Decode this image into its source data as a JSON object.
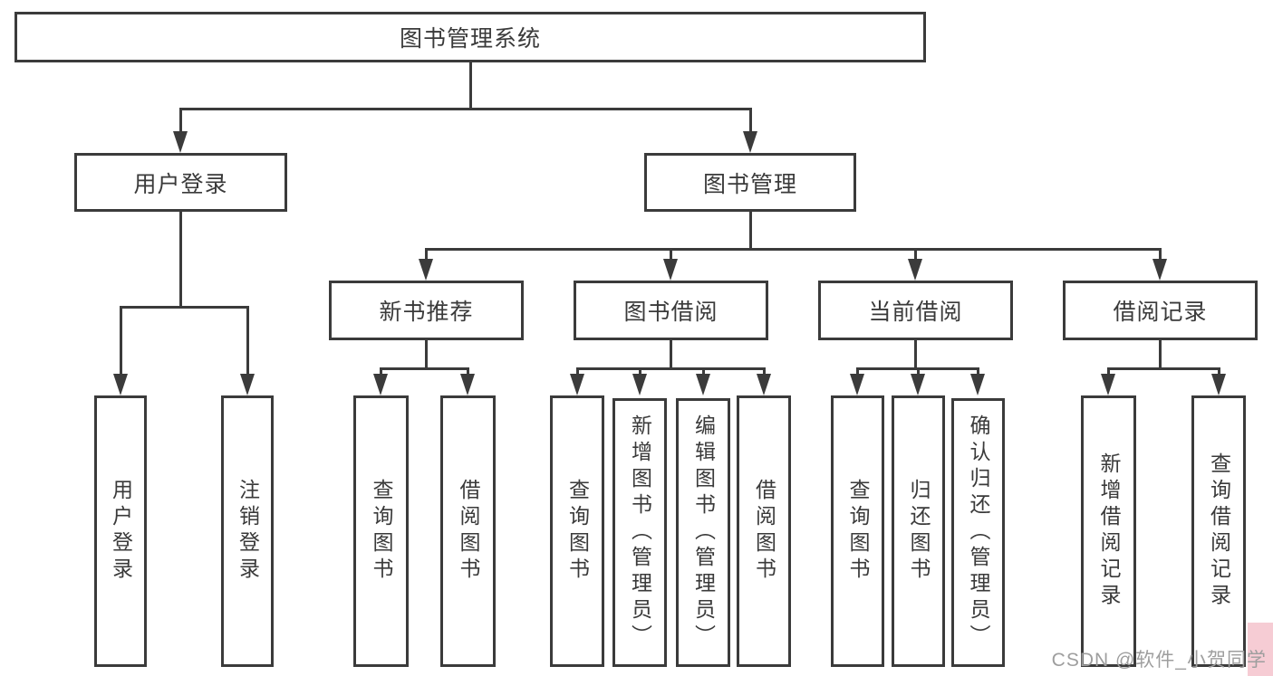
{
  "colors": {
    "line": "#3b3b3b",
    "box_border": "#3b3b3b",
    "text": "#3a3a3a",
    "background": "#ffffff",
    "watermark_text": "#9e9e9e",
    "watermark_highlight": "#f6ccd4"
  },
  "diagram": {
    "root": {
      "label": "图书管理系统"
    },
    "level2": [
      {
        "label": "用户登录"
      },
      {
        "label": "图书管理"
      }
    ],
    "level3": [
      {
        "label": "新书推荐",
        "parent": "图书管理"
      },
      {
        "label": "图书借阅",
        "parent": "图书管理"
      },
      {
        "label": "当前借阅",
        "parent": "图书管理"
      },
      {
        "label": "借阅记录",
        "parent": "图书管理"
      }
    ],
    "leaves": [
      {
        "label": "用户登录",
        "parent": "用户登录"
      },
      {
        "label": "注销登录",
        "parent": "用户登录"
      },
      {
        "label": "查询图书",
        "parent": "新书推荐"
      },
      {
        "label": "借阅图书",
        "parent": "新书推荐"
      },
      {
        "label": "查询图书",
        "parent": "图书借阅"
      },
      {
        "label": "新增图书（管理员）",
        "parent": "图书借阅"
      },
      {
        "label": "编辑图书（管理员）",
        "parent": "图书借阅"
      },
      {
        "label": "借阅图书",
        "parent": "图书借阅"
      },
      {
        "label": "查询图书",
        "parent": "当前借阅"
      },
      {
        "label": "归还图书",
        "parent": "当前借阅"
      },
      {
        "label": "确认归还（管理员）",
        "parent": "当前借阅"
      },
      {
        "label": "新增借阅记录",
        "parent": "借阅记录"
      },
      {
        "label": "查询借阅记录",
        "parent": "借阅记录"
      }
    ]
  },
  "watermark": {
    "text": "CSDN @软件_小贺同学"
  }
}
